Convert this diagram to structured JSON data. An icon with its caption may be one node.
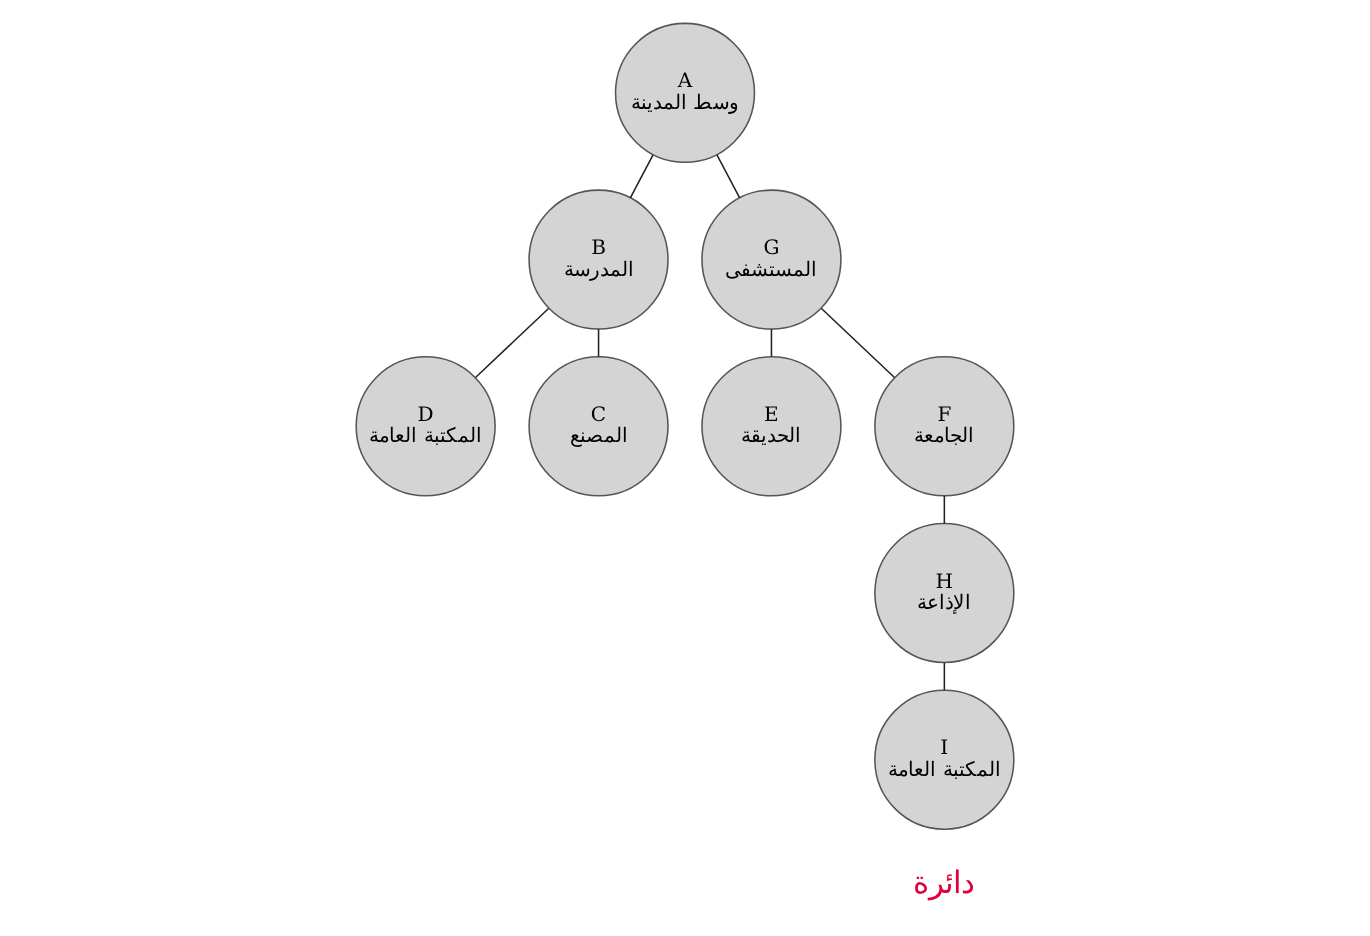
{
  "diagram": {
    "nodes": [
      {
        "text": [
          "A",
          "وسط المدينة"
        ]
      },
      {
        "text": [
          "B",
          "المدرسة"
        ]
      },
      {
        "text": [
          "G",
          "المستشفى"
        ]
      },
      {
        "text": [
          "D",
          "المكتبة العامة"
        ]
      },
      {
        "text": [
          "C",
          "المصنع"
        ]
      },
      {
        "text": [
          "E",
          "الحديقة"
        ]
      },
      {
        "text": [
          "F",
          "الجامعة"
        ]
      },
      {
        "text": [
          "H",
          "الإذاعة"
        ]
      },
      {
        "text": [
          "I",
          "المكتبة العامة"
        ]
      }
    ],
    "edges": [
      {
        "from": 0,
        "to": 1,
        "arrow": "none"
      },
      {
        "from": 0,
        "to": 2,
        "arrow": "none"
      },
      {
        "from": 1,
        "to": 3,
        "arrow": "none"
      },
      {
        "from": 1,
        "to": 4,
        "arrow": "none"
      },
      {
        "from": 2,
        "to": 5,
        "arrow": "none"
      },
      {
        "from": 2,
        "to": 6,
        "arrow": "none"
      },
      {
        "from": 6,
        "to": 7,
        "arrow": "none"
      },
      {
        "from": 7,
        "to": 8,
        "arrow": "none"
      }
    ],
    "labels": [
      "دائرة"
    ]
  }
}
